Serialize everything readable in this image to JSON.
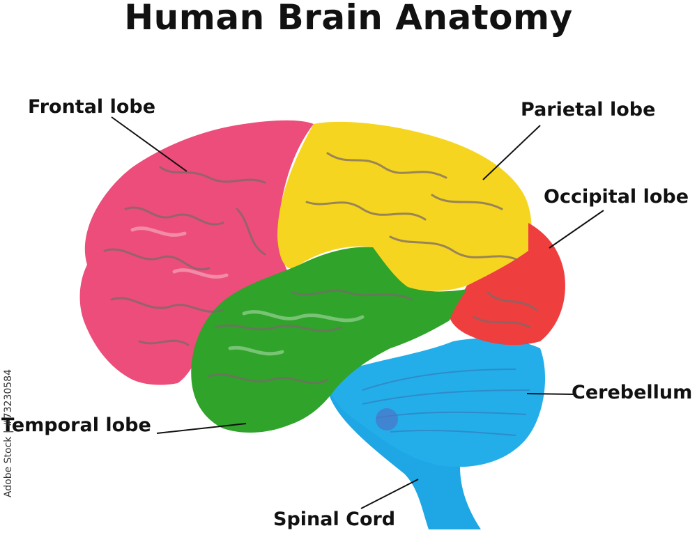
{
  "title": "Human Brain Anatomy",
  "labels": {
    "frontal": "Frontal lobe",
    "parietal": "Parietal lobe",
    "occipital": "Occipital lobe",
    "cerebellum": "Cerebellum",
    "temporal": "Temporal lobe",
    "spinal": "Spinal Cord"
  },
  "watermark": "Adobe Stock | #73230584",
  "colors": {
    "frontal": "#ec4d7a",
    "parietal": "#f5d51f",
    "occipital": "#ef3e3e",
    "temporal": "#2fa32a",
    "cerebellum": "#23aeea",
    "spinal": "#1ea7e4"
  }
}
